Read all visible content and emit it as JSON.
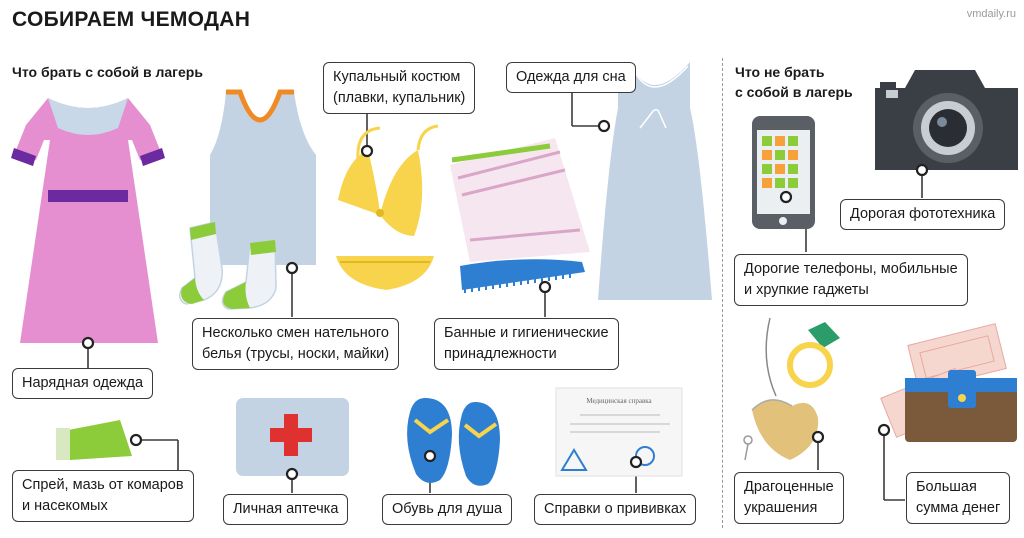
{
  "header": {
    "title": "СОБИРАЕМ ЧЕМОДАН",
    "watermark": "vmdaily.ru"
  },
  "sections": {
    "take": "Что брать с собой в лагерь",
    "dont_take_line1": "Что не брать",
    "dont_take_line2": "с собой в лагерь"
  },
  "items": {
    "dress": "Нарядная одежда",
    "swimsuit_line1": "Купальный костюм",
    "swimsuit_line2": "(плавки, купальник)",
    "sleepwear": "Одежда для сна",
    "underwear_line1": "Несколько смен нательного",
    "underwear_line2": "белья (трусы, носки, майки)",
    "hygiene_line1": "Банные и гигиенические",
    "hygiene_line2": "принадлежности",
    "spray_line1": "Спрей, мазь от комаров",
    "spray_line2": "и насекомых",
    "firstaid": "Личная аптечка",
    "shoes": "Обувь для душа",
    "certificates": "Справки о прививках",
    "certificate_doc_title": "Медицинская справка"
  },
  "dont_items": {
    "phones_line1": "Дорогие телефоны, мобильные",
    "phones_line2": "и хрупкие гаджеты",
    "camera": "Дорогая фототехника",
    "jewelry_line1": "Драгоценные",
    "jewelry_line2": "украшения",
    "money_line1": "Большая",
    "money_line2": "сумма денег"
  },
  "colors": {
    "dress_pink": "#e58fd0",
    "dress_belt": "#6b2aa0",
    "light_blue": "#c4d3e3",
    "orange": "#f08a24",
    "green": "#8ccb3a",
    "yellow": "#f7d44c",
    "blue": "#2e7fd1",
    "red": "#e03131",
    "camera_dark": "#3a3e45",
    "leather_brown": "#7a5a3a"
  }
}
